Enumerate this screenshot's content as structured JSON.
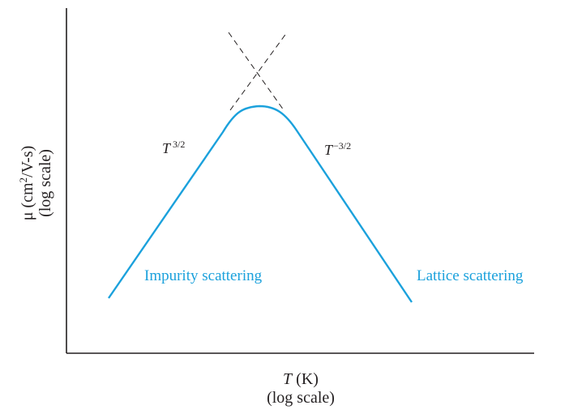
{
  "figure": {
    "y_axis_label": {
      "line1_prefix": "μ (cm",
      "line1_sup": "2",
      "line1_suffix": "/V-s)",
      "line2": "(log scale)"
    },
    "x_axis_label": {
      "line1_var": "T",
      "line1_unit": " (K)",
      "line2": "(log scale)"
    },
    "left_slope": {
      "base": "T",
      "exponent": "3/2"
    },
    "right_slope": {
      "base": "T",
      "exponent": "−3/2"
    },
    "left_region_label": "Impurity scattering",
    "right_region_label": "Lattice scattering",
    "colors": {
      "curve": "#1ba1dc",
      "axes": "#231f20",
      "asymptote": "#231f20",
      "text": "#231f20"
    }
  }
}
